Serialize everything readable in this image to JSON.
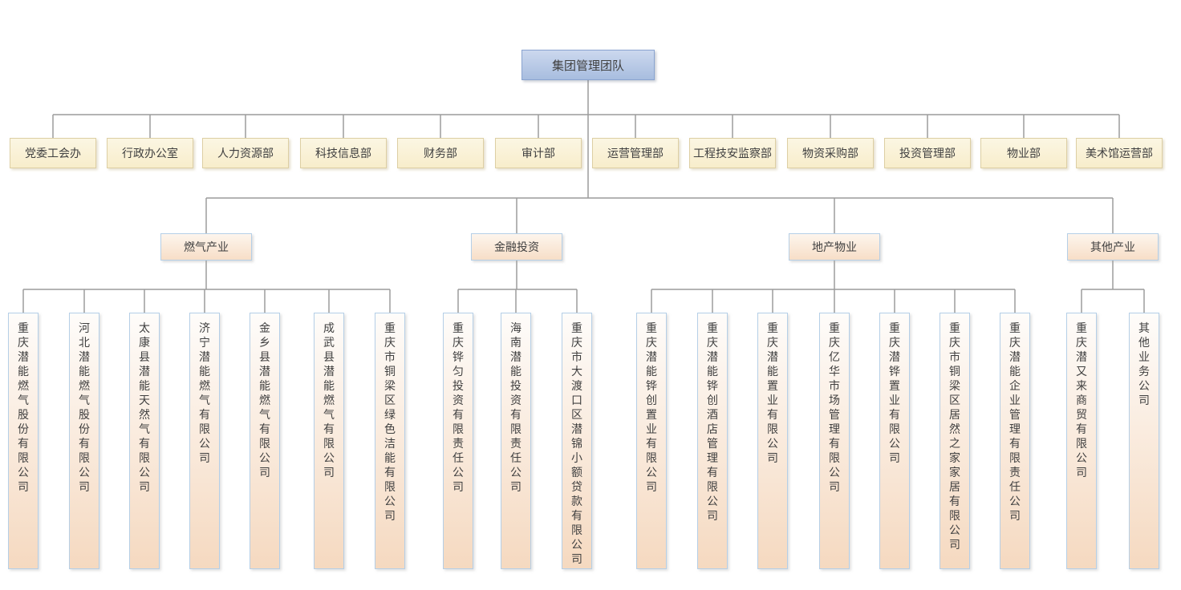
{
  "chart": {
    "root_label": "集团管理团队",
    "departments": [
      "党委工会办",
      "行政办公室",
      "人力资源部",
      "科技信息部",
      "财务部",
      "审计部",
      "运营管理部",
      "工程技安监察部",
      "物资采购部",
      "投资管理部",
      "物业部",
      "美术馆运营部"
    ],
    "groups": [
      {
        "label": "燃气产业",
        "children": [
          "重庆潜能燃气股份有限公司",
          "河北潜能燃气股份有限公司",
          "太康县潜能天然气有限公司",
          "济宁潜能燃气有限公司",
          "金乡县潜能燃气有限公司",
          "成武县潜能燃气有限公司",
          "重庆市铜梁区绿色洁能有限公司"
        ]
      },
      {
        "label": "金融投资",
        "children": [
          "重庆铧匀投资有限责任公司",
          "海南潜能投资有限责任公司",
          "重庆市大渡口区潜锦小额贷款有限公司"
        ]
      },
      {
        "label": "地产物业",
        "children": [
          "重庆潜能铧创置业有限公司",
          "重庆潜能铧创酒店管理有限公司",
          "重庆潜能置业有限公司",
          "重庆亿华市场管理有限公司",
          "重庆潜铧置业有限公司",
          "重庆市铜梁区居然之家家居有限公司",
          "重庆潜能企业管理有限责任公司"
        ]
      },
      {
        "label": "其他产业",
        "children": [
          "重庆潜又来商贸有限公司",
          "其他业务公司"
        ]
      }
    ],
    "colors": {
      "root_fill_top": "#ccd8ee",
      "root_fill_bottom": "#a8bddf",
      "root_border": "#8aa4d0",
      "dept_fill_top": "#fbf6e3",
      "dept_fill_bottom": "#f8edcb",
      "dept_border": "#ddcfa4",
      "group_fill_top": "#fdf5ed",
      "group_fill_bottom": "#f7dec7",
      "group_border": "#b5cfe7",
      "child_fill_top": "#fefcfa",
      "child_fill_bottom": "#f5d9c0",
      "child_border": "#b5cfe7",
      "line": "#9c9c9c",
      "text": "#404040"
    }
  }
}
